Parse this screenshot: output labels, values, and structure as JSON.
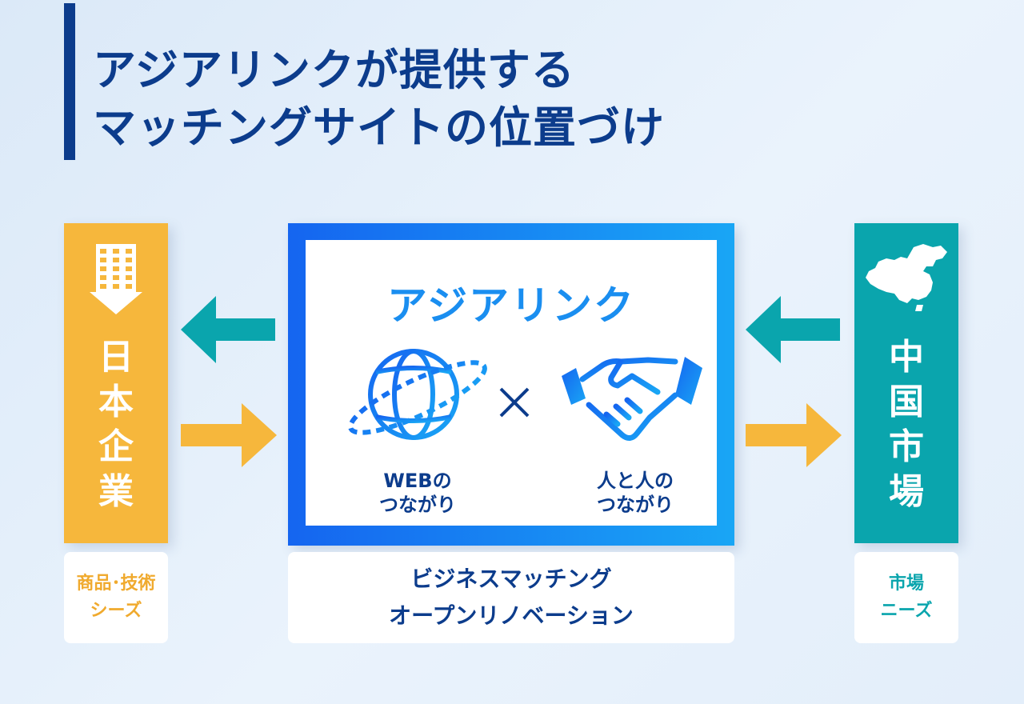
{
  "title": {
    "line1": "アジアリンクが提供する",
    "line2": "マッチングサイトの位置づけ"
  },
  "left_panel": {
    "chars": [
      "日",
      "本",
      "企",
      "業"
    ],
    "icon": "building-icon",
    "color": "#f6b73c",
    "caption_line1": "商品･技術",
    "caption_line2": "シーズ"
  },
  "right_panel": {
    "chars": [
      "中",
      "国",
      "市",
      "場"
    ],
    "icon": "china-map-icon",
    "color": "#0aa5ad",
    "caption_line1": "市場",
    "caption_line2": "ニーズ"
  },
  "center": {
    "brand": "アジアリンク",
    "web_label_line1": "WEBの",
    "web_label_line2": "つながり",
    "people_label_line1": "人と人の",
    "people_label_line2": "つながり",
    "icons": [
      "globe-icon",
      "multiply-icon",
      "handshake-icon"
    ],
    "caption_line1": "ビジネスマッチング",
    "caption_line2": "オープンリノベーション"
  },
  "colors": {
    "title": "#0c3c8c",
    "orange": "#f6b73c",
    "teal": "#0aa5ad",
    "blue": "#1a8ef0"
  }
}
